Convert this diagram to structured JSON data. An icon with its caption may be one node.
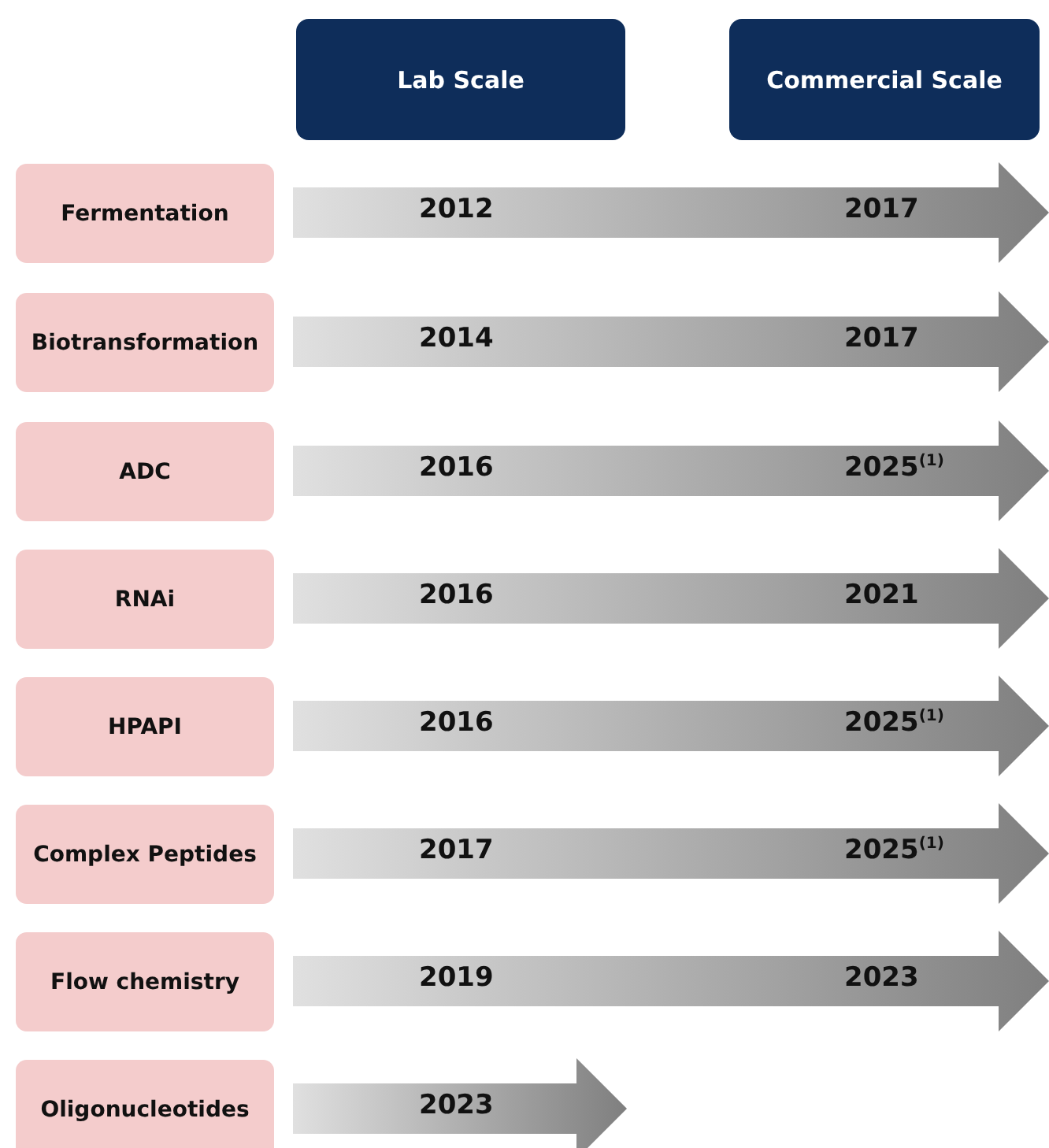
{
  "diagram": {
    "nodes": [
      {
        "text": [
          "Lab Scale"
        ]
      },
      {
        "text": [
          "Commercial Scale"
        ]
      },
      {
        "text": [
          "Fermentation"
        ]
      },
      {
        "text": [
          "2012",
          "2017"
        ]
      },
      {
        "text": [
          "Biotransformation"
        ]
      },
      {
        "text": [
          "2014",
          "2017"
        ]
      },
      {
        "text": [
          "ADC"
        ]
      },
      {
        "text": [
          "2016",
          "2025$^{(1)}$"
        ]
      },
      {
        "text": [
          "RNAi"
        ]
      },
      {
        "text": [
          "2016",
          "2021"
        ]
      },
      {
        "text": [
          "HPAPI"
        ]
      },
      {
        "text": [
          "2016",
          "2025$^{(1)}$"
        ]
      },
      {
        "text": [
          "Complex Peptides"
        ]
      },
      {
        "text": [
          "2017",
          "2025$^{(1)}$"
        ]
      },
      {
        "text": [
          "Flow chemistry"
        ]
      },
      {
        "text": [
          "2019",
          "2023"
        ]
      },
      {
        "text": [
          "Oligonucleotides"
        ]
      },
      {
        "text": [
          "2023"
        ]
      }
    ],
    "edges": []
  }
}
